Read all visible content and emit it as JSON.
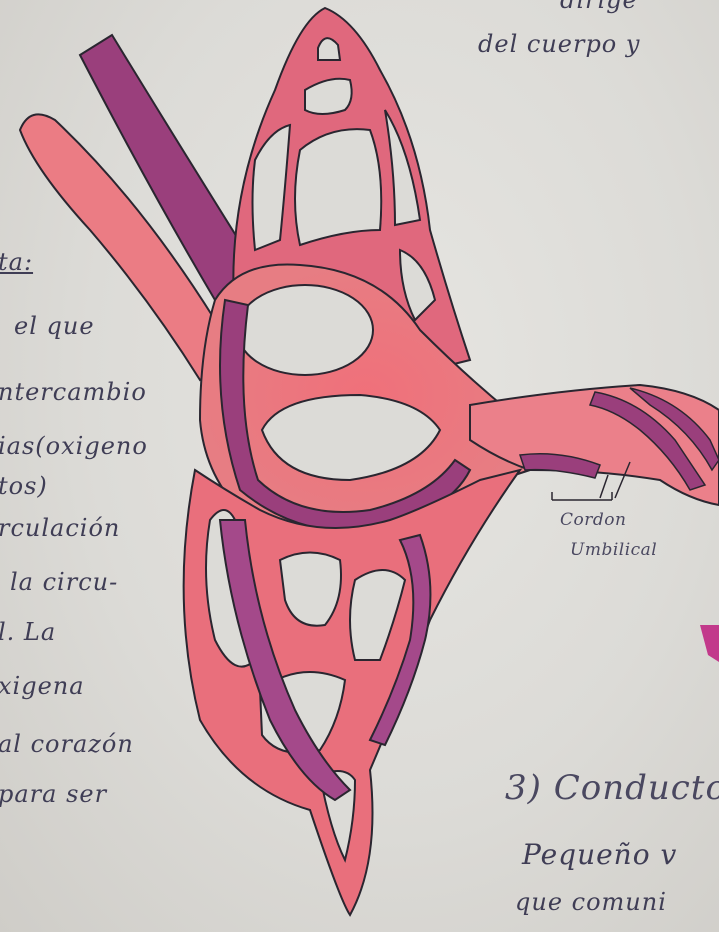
{
  "top_right_line1": "dirige",
  "top_right_line2": "del cuerpo y",
  "left_notes": [
    "ta:",
    "el que",
    "ntercambio",
    "ias(oxigeno",
    "tos)",
    "rculación",
    "la circu-",
    "l. La",
    "xigena",
    "al corazón",
    "para ser"
  ],
  "cord_label_line1": "Cordon",
  "cord_label_line2": "Umbilical",
  "bottom_title": "3) Conducto",
  "bottom_line1": "Pequeño v",
  "bottom_line2": "que comuni",
  "colors": {
    "artery": "#e86f78",
    "vein": "#9a3f7c",
    "ink": "#2a2630",
    "paper": "#dcdbd7",
    "ink_text": "#3f3d55"
  }
}
